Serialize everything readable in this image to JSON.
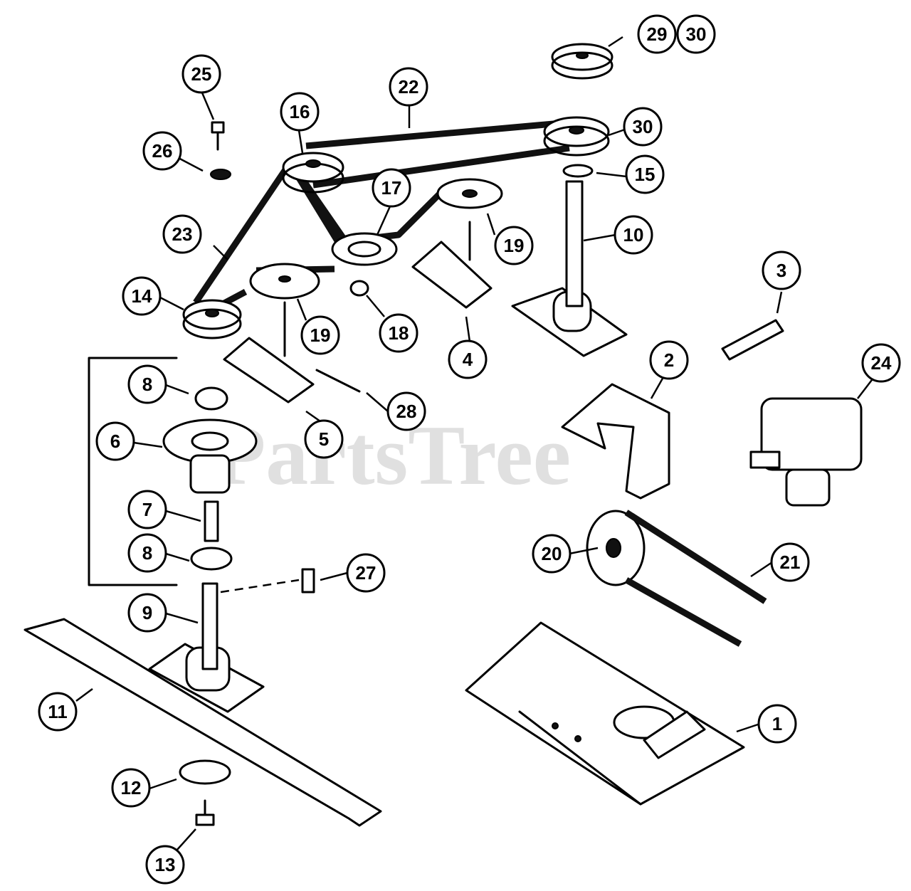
{
  "watermark": "PartsTree",
  "callouts": [
    {
      "id": "c1",
      "label": "1"
    },
    {
      "id": "c2",
      "label": "2"
    },
    {
      "id": "c3",
      "label": "3"
    },
    {
      "id": "c4",
      "label": "4"
    },
    {
      "id": "c5",
      "label": "5"
    },
    {
      "id": "c6",
      "label": "6"
    },
    {
      "id": "c7",
      "label": "7"
    },
    {
      "id": "c8a",
      "label": "8"
    },
    {
      "id": "c8b",
      "label": "8"
    },
    {
      "id": "c9",
      "label": "9"
    },
    {
      "id": "c10",
      "label": "10"
    },
    {
      "id": "c11",
      "label": "11"
    },
    {
      "id": "c12",
      "label": "12"
    },
    {
      "id": "c13",
      "label": "13"
    },
    {
      "id": "c14",
      "label": "14"
    },
    {
      "id": "c15",
      "label": "15"
    },
    {
      "id": "c16",
      "label": "16"
    },
    {
      "id": "c17",
      "label": "17"
    },
    {
      "id": "c18",
      "label": "18"
    },
    {
      "id": "c19a",
      "label": "19"
    },
    {
      "id": "c19b",
      "label": "19"
    },
    {
      "id": "c20",
      "label": "20"
    },
    {
      "id": "c21",
      "label": "21"
    },
    {
      "id": "c22",
      "label": "22"
    },
    {
      "id": "c23",
      "label": "23"
    },
    {
      "id": "c24",
      "label": "24"
    },
    {
      "id": "c25",
      "label": "25"
    },
    {
      "id": "c26",
      "label": "26"
    },
    {
      "id": "c27",
      "label": "27"
    },
    {
      "id": "c28",
      "label": "28"
    },
    {
      "id": "c29",
      "label": "29"
    },
    {
      "id": "c30a",
      "label": "30"
    },
    {
      "id": "c30b",
      "label": "30"
    }
  ]
}
